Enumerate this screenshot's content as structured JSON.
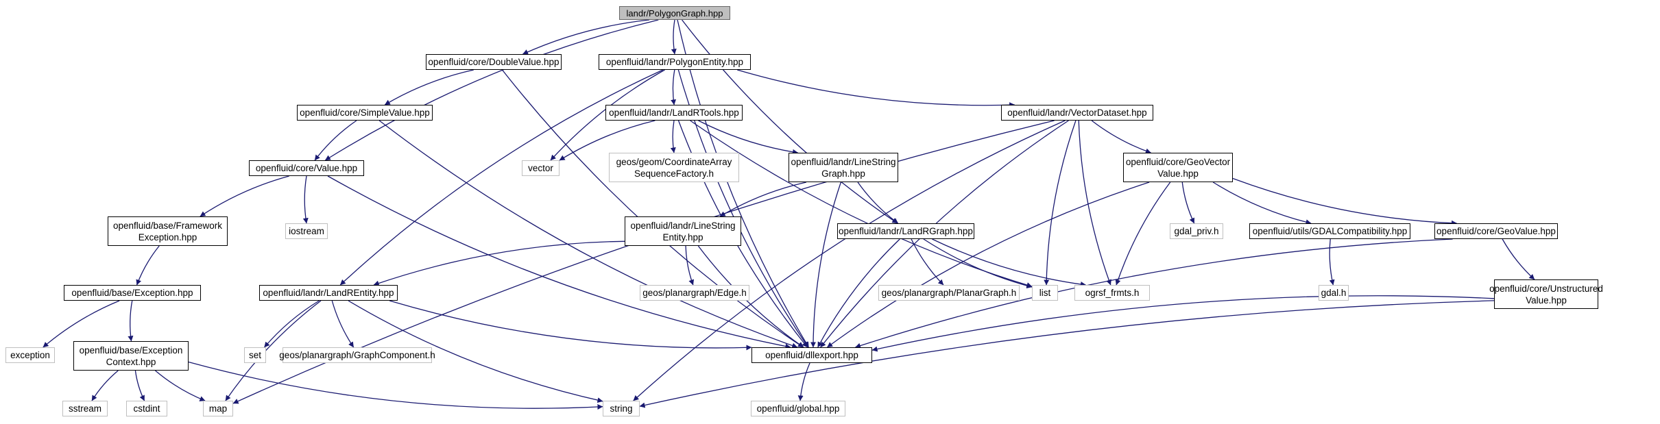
{
  "diagram": {
    "type": "include-dependency-graph",
    "edge_color": "#191970",
    "nodes": [
      {
        "id": "polygongraph",
        "label": "landr/PolygonGraph.hpp",
        "kind": "root"
      },
      {
        "id": "doublevalue",
        "label": "openfluid/core/DoubleValue.hpp",
        "kind": "doc"
      },
      {
        "id": "polygonentity",
        "label": "openfluid/landr/PolygonEntity.hpp",
        "kind": "doc"
      },
      {
        "id": "simplevalue",
        "label": "openfluid/core/SimpleValue.hpp",
        "kind": "doc"
      },
      {
        "id": "landrtools",
        "label": "openfluid/landr/LandRTools.hpp",
        "kind": "doc"
      },
      {
        "id": "vectordataset",
        "label": "openfluid/landr/VectorDataset.hpp",
        "kind": "doc"
      },
      {
        "id": "value",
        "label": "openfluid/core/Value.hpp",
        "kind": "doc"
      },
      {
        "id": "vector",
        "label": "vector",
        "kind": "ext"
      },
      {
        "id": "coordarray",
        "label": "geos/geom/CoordinateArray\nSequenceFactory.h",
        "kind": "ext"
      },
      {
        "id": "linestringgraph",
        "label": "openfluid/landr/LineString\nGraph.hpp",
        "kind": "doc"
      },
      {
        "id": "geovectorvalue",
        "label": "openfluid/core/GeoVector\nValue.hpp",
        "kind": "doc"
      },
      {
        "id": "fwexception",
        "label": "openfluid/base/Framework\nException.hpp",
        "kind": "doc"
      },
      {
        "id": "iostream",
        "label": "iostream",
        "kind": "ext"
      },
      {
        "id": "linestringentity",
        "label": "openfluid/landr/LineString\nEntity.hpp",
        "kind": "doc"
      },
      {
        "id": "landrgraph",
        "label": "openfluid/landr/LandRGraph.hpp",
        "kind": "doc"
      },
      {
        "id": "gdalpriv",
        "label": "gdal_priv.h",
        "kind": "ext"
      },
      {
        "id": "gdalcompat",
        "label": "openfluid/utils/GDALCompatibility.hpp",
        "kind": "doc"
      },
      {
        "id": "geovalue",
        "label": "openfluid/core/GeoValue.hpp",
        "kind": "doc"
      },
      {
        "id": "exception",
        "label": "openfluid/base/Exception.hpp",
        "kind": "doc"
      },
      {
        "id": "landrentity",
        "label": "openfluid/landr/LandREntity.hpp",
        "kind": "doc"
      },
      {
        "id": "edge",
        "label": "geos/planargraph/Edge.h",
        "kind": "ext"
      },
      {
        "id": "planargraph",
        "label": "geos/planargraph/PlanarGraph.h",
        "kind": "ext"
      },
      {
        "id": "list",
        "label": "list",
        "kind": "ext"
      },
      {
        "id": "ogrsf",
        "label": "ogrsf_frmts.h",
        "kind": "ext"
      },
      {
        "id": "gdalh",
        "label": "gdal.h",
        "kind": "ext"
      },
      {
        "id": "unstructured",
        "label": "openfluid/core/Unstructured\nValue.hpp",
        "kind": "doc"
      },
      {
        "id": "exceptionstd",
        "label": "exception",
        "kind": "ext"
      },
      {
        "id": "exceptioncontext",
        "label": "openfluid/base/Exception\nContext.hpp",
        "kind": "doc"
      },
      {
        "id": "set",
        "label": "set",
        "kind": "ext"
      },
      {
        "id": "graphcomponent",
        "label": "geos/planargraph/GraphComponent.h",
        "kind": "ext"
      },
      {
        "id": "dllexport",
        "label": "openfluid/dllexport.hpp",
        "kind": "doc"
      },
      {
        "id": "sstream",
        "label": "sstream",
        "kind": "ext"
      },
      {
        "id": "cstdint",
        "label": "cstdint",
        "kind": "ext"
      },
      {
        "id": "map",
        "label": "map",
        "kind": "ext"
      },
      {
        "id": "string",
        "label": "string",
        "kind": "ext"
      },
      {
        "id": "global",
        "label": "openfluid/global.hpp",
        "kind": "ext"
      }
    ],
    "edges": [
      [
        "polygongraph",
        "doublevalue"
      ],
      [
        "polygongraph",
        "polygonentity"
      ],
      [
        "polygongraph",
        "value"
      ],
      [
        "polygongraph",
        "landrgraph"
      ],
      [
        "polygongraph",
        "dllexport"
      ],
      [
        "doublevalue",
        "simplevalue"
      ],
      [
        "doublevalue",
        "dllexport"
      ],
      [
        "simplevalue",
        "value"
      ],
      [
        "simplevalue",
        "dllexport"
      ],
      [
        "value",
        "fwexception"
      ],
      [
        "value",
        "iostream"
      ],
      [
        "value",
        "dllexport"
      ],
      [
        "fwexception",
        "exception"
      ],
      [
        "exception",
        "exceptionstd"
      ],
      [
        "exception",
        "exceptioncontext"
      ],
      [
        "exceptioncontext",
        "sstream"
      ],
      [
        "exceptioncontext",
        "cstdint"
      ],
      [
        "exceptioncontext",
        "map"
      ],
      [
        "exceptioncontext",
        "string"
      ],
      [
        "polygonentity",
        "landrtools"
      ],
      [
        "polygonentity",
        "vectordataset"
      ],
      [
        "polygonentity",
        "vector"
      ],
      [
        "polygonentity",
        "landrentity"
      ],
      [
        "polygonentity",
        "dllexport"
      ],
      [
        "landrtools",
        "vector"
      ],
      [
        "landrtools",
        "coordarray"
      ],
      [
        "landrtools",
        "linestringgraph"
      ],
      [
        "landrtools",
        "list"
      ],
      [
        "landrtools",
        "dllexport"
      ],
      [
        "vectordataset",
        "map"
      ],
      [
        "vectordataset",
        "geovectorvalue"
      ],
      [
        "vectordataset",
        "list"
      ],
      [
        "vectordataset",
        "ogrsf"
      ],
      [
        "vectordataset",
        "string"
      ],
      [
        "vectordataset",
        "dllexport"
      ],
      [
        "linestringgraph",
        "linestringentity"
      ],
      [
        "linestringgraph",
        "landrgraph"
      ],
      [
        "linestringgraph",
        "dllexport"
      ],
      [
        "linestringentity",
        "landrentity"
      ],
      [
        "linestringentity",
        "edge"
      ],
      [
        "linestringentity",
        "dllexport"
      ],
      [
        "landrgraph",
        "planargraph"
      ],
      [
        "landrgraph",
        "list"
      ],
      [
        "landrgraph",
        "ogrsf"
      ],
      [
        "landrgraph",
        "dllexport"
      ],
      [
        "landrentity",
        "map"
      ],
      [
        "landrentity",
        "set"
      ],
      [
        "landrentity",
        "graphcomponent"
      ],
      [
        "landrentity",
        "string"
      ],
      [
        "landrentity",
        "dllexport"
      ],
      [
        "geovectorvalue",
        "gdalpriv"
      ],
      [
        "geovectorvalue",
        "gdalcompat"
      ],
      [
        "geovectorvalue",
        "geovalue"
      ],
      [
        "geovectorvalue",
        "ogrsf"
      ],
      [
        "geovectorvalue",
        "dllexport"
      ],
      [
        "gdalcompat",
        "gdalh"
      ],
      [
        "geovalue",
        "unstructured"
      ],
      [
        "geovalue",
        "dllexport"
      ],
      [
        "unstructured",
        "string"
      ],
      [
        "unstructured",
        "dllexport"
      ],
      [
        "dllexport",
        "global"
      ]
    ]
  }
}
